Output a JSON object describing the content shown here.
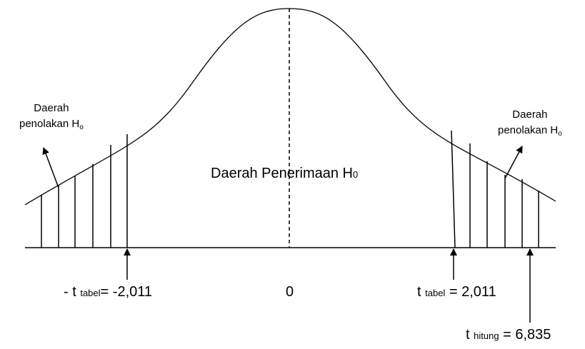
{
  "left_region": {
    "line1": "Daerah",
    "line2": "penolakan H",
    "sub": "o"
  },
  "right_region": {
    "line1": "Daerah",
    "line2": "penolakan H",
    "sub": "o"
  },
  "accept_region": {
    "text": "Daerah Penerimaan H",
    "sub": "0"
  },
  "left_crit": {
    "prefix": "- t ",
    "sub": "tabel",
    "suffix": "= -2,011"
  },
  "zero": "0",
  "right_crit": {
    "prefix": "t ",
    "sub": "tabel",
    "suffix": " = 2,011"
  },
  "t_hitung": {
    "prefix": "t ",
    "sub": "hitung",
    "suffix": " = 6,835"
  }
}
